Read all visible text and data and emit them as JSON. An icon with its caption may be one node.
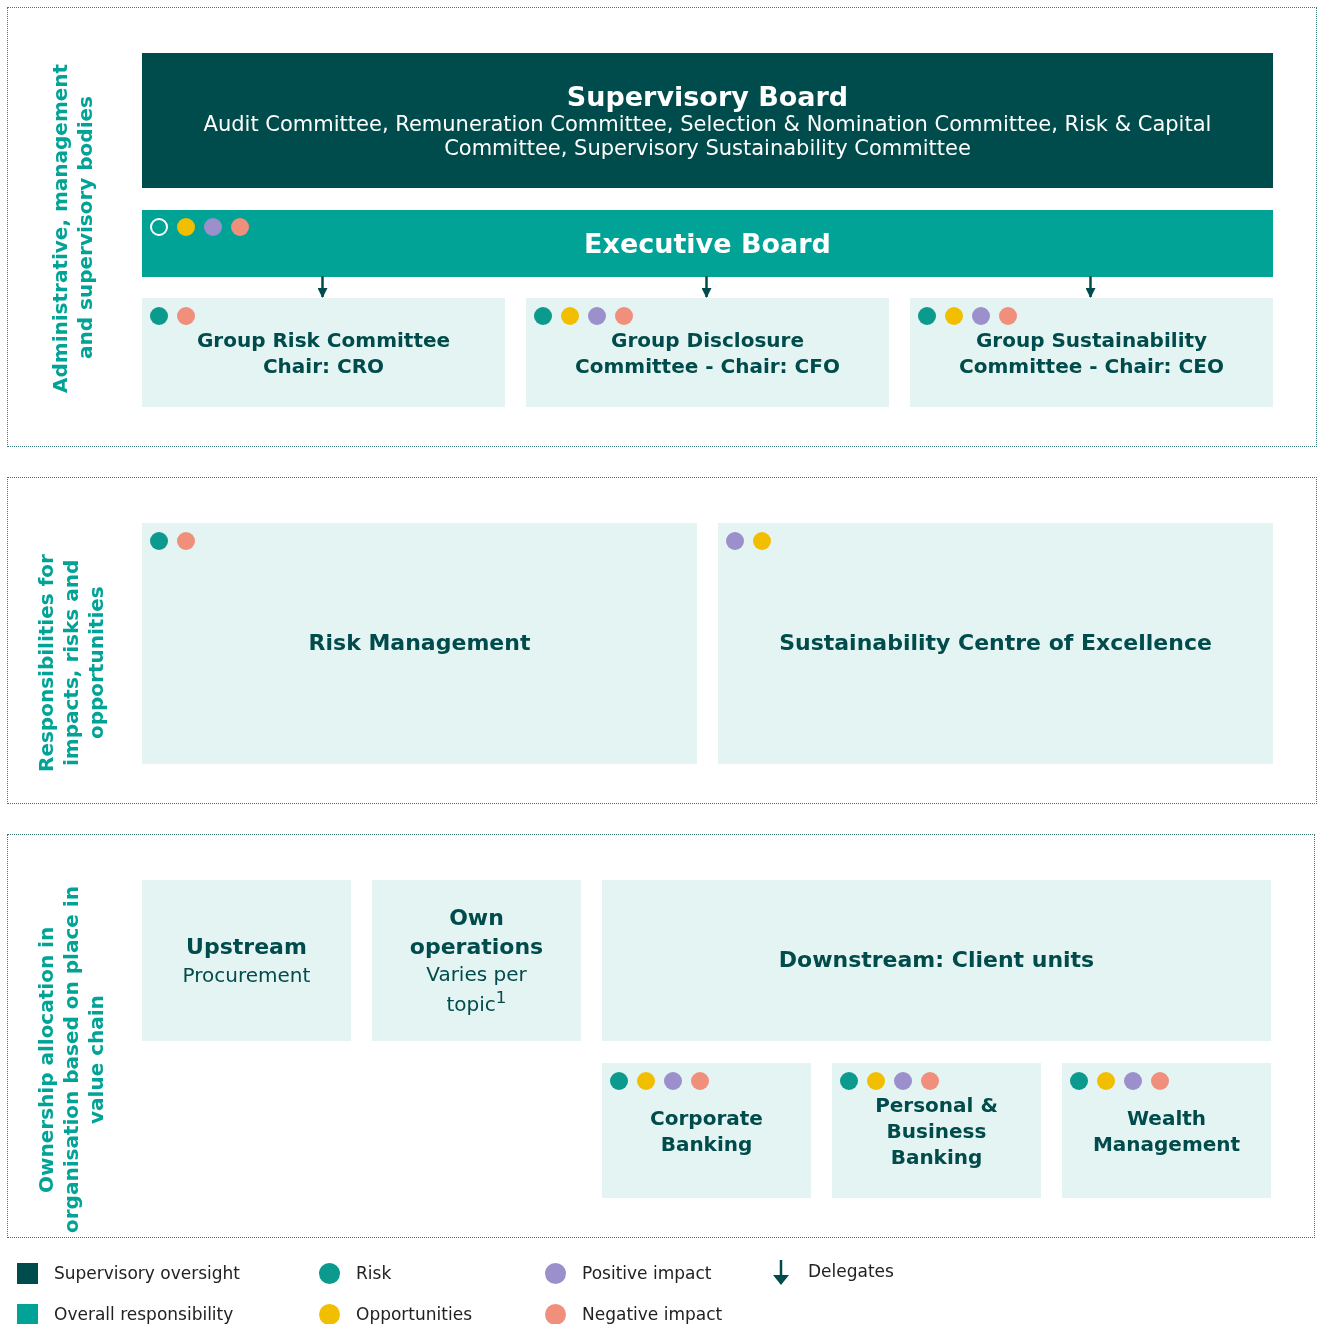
{
  "diagram": {
    "nodes": [
      {
        "text": [
          "Administrative, management and supervisory bodies"
        ]
      },
      {
        "text": [
          "Supervisory Board",
          "Audit Committee, Remuneration Committee, Selection & Nomination Committee, Risk & Capital Committee, Supervisory Sustainability Committee"
        ],
        "in": 0
      },
      {
        "text": [
          "Executive Board"
        ],
        "in": 0
      },
      {
        "text": [
          "Group Risk Committee Chair: CRO"
        ],
        "in": 0
      },
      {
        "text": [
          "Group Disclosure Committee - Chair: CFO"
        ],
        "in": 0
      },
      {
        "text": [
          "Group Sustainability Committee - Chair: CEO"
        ],
        "in": 0
      },
      {
        "text": [
          "Responsibilities for impacts, risks and opportunities"
        ]
      },
      {
        "text": [
          "Risk Management"
        ],
        "in": 6
      },
      {
        "text": [
          "Sustainability Centre of Excellence"
        ],
        "in": 6
      },
      {
        "text": [
          "Ownership allocation in organisation based on place in value chain"
        ]
      },
      {
        "text": [
          "Upstream",
          "Procurement"
        ],
        "in": 9
      },
      {
        "text": [
          "Own operations",
          "Varies per topic$^{1}$"
        ],
        "in": 9
      },
      {
        "text": [
          "Downstream: Client units"
        ],
        "in": 9
      },
      {
        "text": [
          "Corporate Banking"
        ],
        "in": 9
      },
      {
        "text": [
          "Personal & Business Banking"
        ],
        "in": 9
      },
      {
        "text": [
          "Wealth Management"
        ],
        "in": 9
      }
    ],
    "edges": [
      {
        "from": 2,
        "to": 3,
        "arrow": "to"
      },
      {
        "from": 2,
        "to": 4,
        "arrow": "to"
      },
      {
        "from": 2,
        "to": 5,
        "arrow": "to"
      }
    ],
    "legend": [
      {
        "text": "Supervisory oversight",
        "color": "#004b4b"
      },
      {
        "text": "Overall responsibility",
        "color": "#00a396"
      },
      {
        "text": "Risk",
        "color": "#0b9a8d"
      },
      {
        "text": "Opportunities",
        "color": "#f2bf00"
      },
      {
        "text": "Positive impact",
        "color": "#9b90cb"
      },
      {
        "text": "Negative impact",
        "color": "#ef8f7c"
      },
      {
        "text": "Delegates"
      }
    ]
  }
}
